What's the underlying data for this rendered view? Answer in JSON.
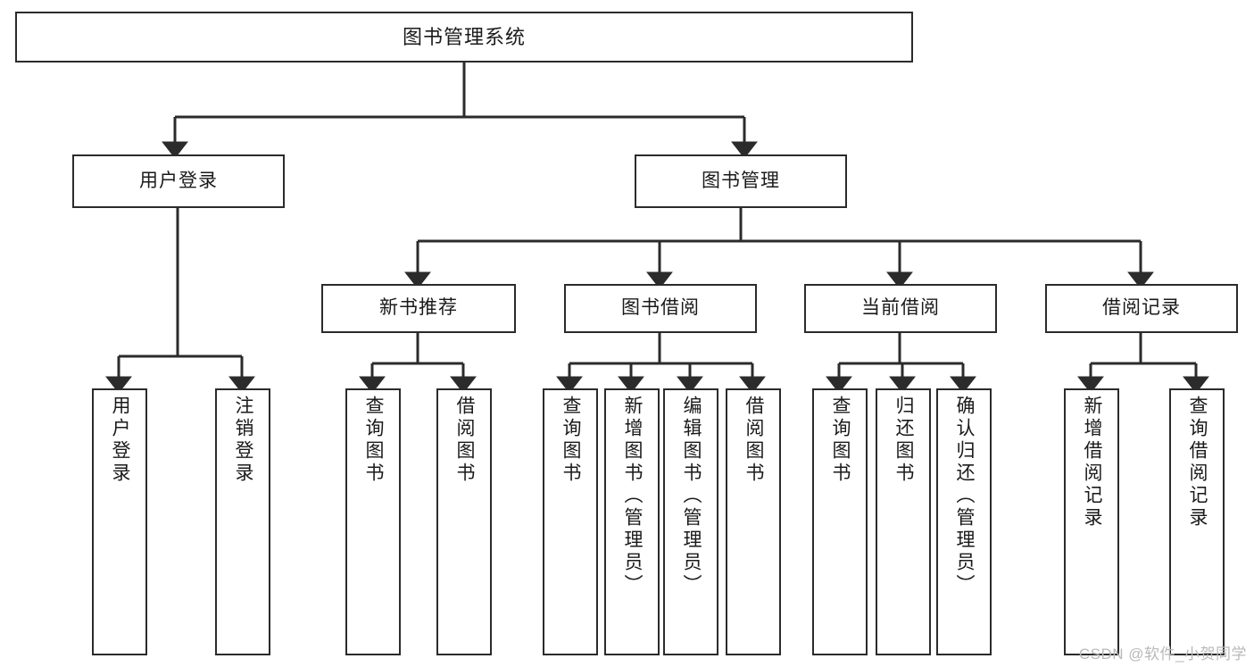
{
  "diagram": {
    "type": "tree-hierarchy",
    "title": "图书管理系统",
    "orientation": "top-down",
    "colors": {
      "box_border": "#2b2b2b",
      "box_fill": "#ffffff",
      "connector": "#2b2b2b",
      "text": "#1a1a1a",
      "watermark": "#b9b9b9",
      "background": "#ffffff"
    }
  },
  "root": {
    "label": "图书管理系统"
  },
  "level1": [
    {
      "id": "user-login",
      "label": "用户登录"
    },
    {
      "id": "book-management",
      "label": "图书管理"
    }
  ],
  "level2": [
    {
      "id": "new-book-recommend",
      "label": "新书推荐",
      "parent": "book-management"
    },
    {
      "id": "book-borrow",
      "label": "图书借阅",
      "parent": "book-management"
    },
    {
      "id": "current-borrow",
      "label": "当前借阅",
      "parent": "book-management"
    },
    {
      "id": "borrow-record",
      "label": "借阅记录",
      "parent": "book-management"
    }
  ],
  "leaves": {
    "user_login": [
      {
        "id": "leaf-user-login",
        "label": "用户登录"
      },
      {
        "id": "leaf-logout",
        "label": "注销登录"
      }
    ],
    "new_book_recommend": [
      {
        "id": "leaf-query-book-1",
        "label": "查询图书"
      },
      {
        "id": "leaf-borrow-book-1",
        "label": "借阅图书"
      }
    ],
    "book_borrow": [
      {
        "id": "leaf-query-book-2",
        "label": "查询图书"
      },
      {
        "id": "leaf-add-book",
        "label": "新增图书（管理员）"
      },
      {
        "id": "leaf-edit-book",
        "label": "编辑图书（管理员）"
      },
      {
        "id": "leaf-borrow-book-2",
        "label": "借阅图书"
      }
    ],
    "current_borrow": [
      {
        "id": "leaf-query-book-3",
        "label": "查询图书"
      },
      {
        "id": "leaf-return-book",
        "label": "归还图书"
      },
      {
        "id": "leaf-confirm-return",
        "label": "确认归还（管理员）"
      }
    ],
    "borrow_record": [
      {
        "id": "leaf-add-record",
        "label": "新增借阅记录"
      },
      {
        "id": "leaf-query-record",
        "label": "查询借阅记录"
      }
    ]
  },
  "watermark": {
    "text": "CSDN @软件_小贺同学"
  }
}
